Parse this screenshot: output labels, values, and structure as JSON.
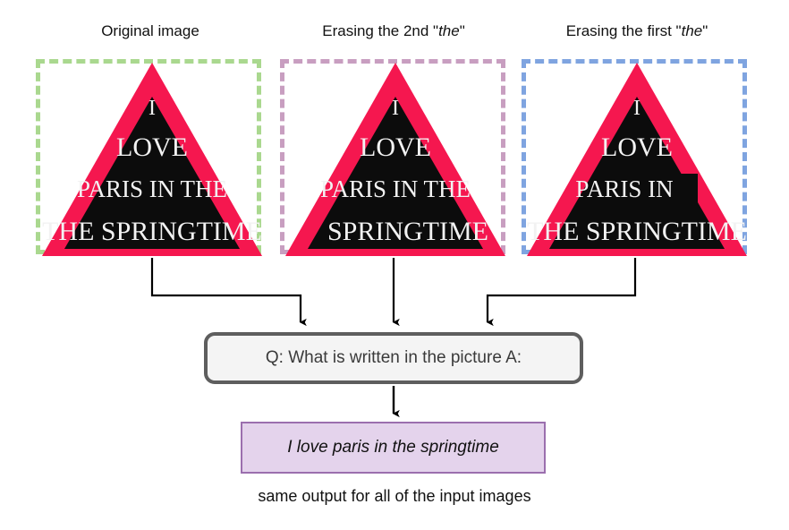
{
  "figure": {
    "background_color": "#ffffff",
    "accent_colors": {
      "sign_red": "#f5174f",
      "sign_black": "#0c0c0c",
      "sign_text": "#f2f2f2",
      "panel_green": "#aad88f",
      "panel_purple": "#c89ec0",
      "panel_blue": "#7fa4e0",
      "question_border": "#5e5e5e",
      "question_fill": "#f4f4f4",
      "answer_border": "#9b6fae",
      "answer_fill": "#e4d3ec",
      "connector": "#000000"
    }
  },
  "columns": [
    {
      "id": "original",
      "header_prefix": "Original image",
      "header_quoted": "",
      "header_suffix": "",
      "panel_color": "#aad88f",
      "sign_lines": [
        "I",
        "LOVE",
        "PARIS IN THE",
        "THE SPRINGTIME"
      ],
      "has_erase_patch": false
    },
    {
      "id": "erase-second-the",
      "header_prefix": "Erasing the 2nd \"",
      "header_quoted": "the",
      "header_suffix": "\"",
      "panel_color": "#c89ec0",
      "sign_lines": [
        "I",
        "LOVE",
        "PARIS IN THE",
        "SPRINGTIME"
      ],
      "has_erase_patch": false
    },
    {
      "id": "erase-first-the",
      "header_prefix": "Erasing the first \"",
      "header_quoted": "the",
      "header_suffix": "\"",
      "panel_color": "#7fa4e0",
      "sign_lines": [
        "I",
        "LOVE",
        "PARIS IN",
        "THE SPRINGTIME"
      ],
      "has_erase_patch": true
    }
  ],
  "question": {
    "text": "Q: What is written in the picture A:"
  },
  "answer": {
    "text": "I love paris in the springtime"
  },
  "caption": {
    "text": "same output for all of the input images"
  }
}
